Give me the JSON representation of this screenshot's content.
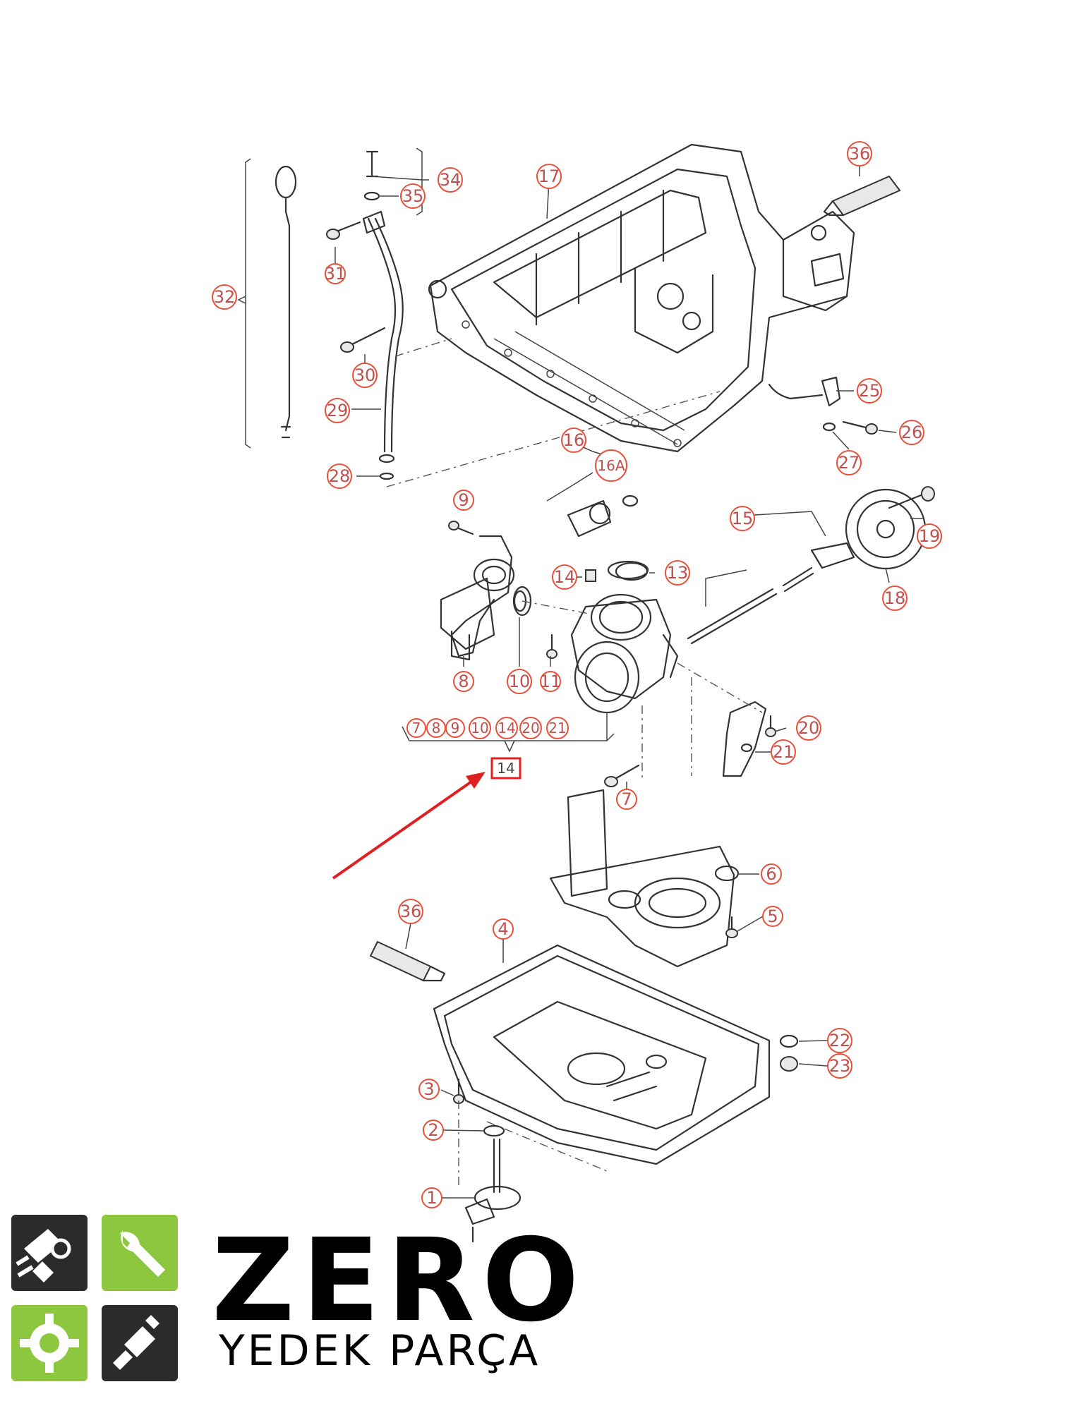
{
  "callouts": {
    "c1": "1",
    "c2": "2",
    "c3": "3",
    "c4": "4",
    "c5": "5",
    "c6": "6",
    "c7": "7",
    "c8": "8",
    "c9": "9",
    "c10": "10",
    "c11": "11",
    "c13": "13",
    "c14": "14",
    "c15": "15",
    "c16": "16",
    "c16a": "16A",
    "c17": "17",
    "c18": "18",
    "c19": "19",
    "c20": "20",
    "c21": "21",
    "c22": "22",
    "c23": "23",
    "c25": "25",
    "c26": "26",
    "c27": "27",
    "c28": "28",
    "c29": "29",
    "c30": "30",
    "c31": "31",
    "c32": "32",
    "c34": "34",
    "c35": "35",
    "c36a": "36",
    "c36b": "36"
  },
  "group_labels": [
    "7",
    "8",
    "9",
    "10",
    "14",
    "20",
    "21"
  ],
  "highlight_label": "14",
  "colors": {
    "callout_stroke": "#e8503a",
    "callout_text": "#c0504d",
    "arrow": "#e02020",
    "tile_dark": "#2b2b2b",
    "tile_green": "#8dc63f"
  },
  "brand": {
    "name": "ZERO",
    "tagline": "YEDEK PARÇA",
    "icons": [
      "piston-icon",
      "wrench-icon",
      "gear-icon",
      "spark-plug-icon"
    ]
  }
}
